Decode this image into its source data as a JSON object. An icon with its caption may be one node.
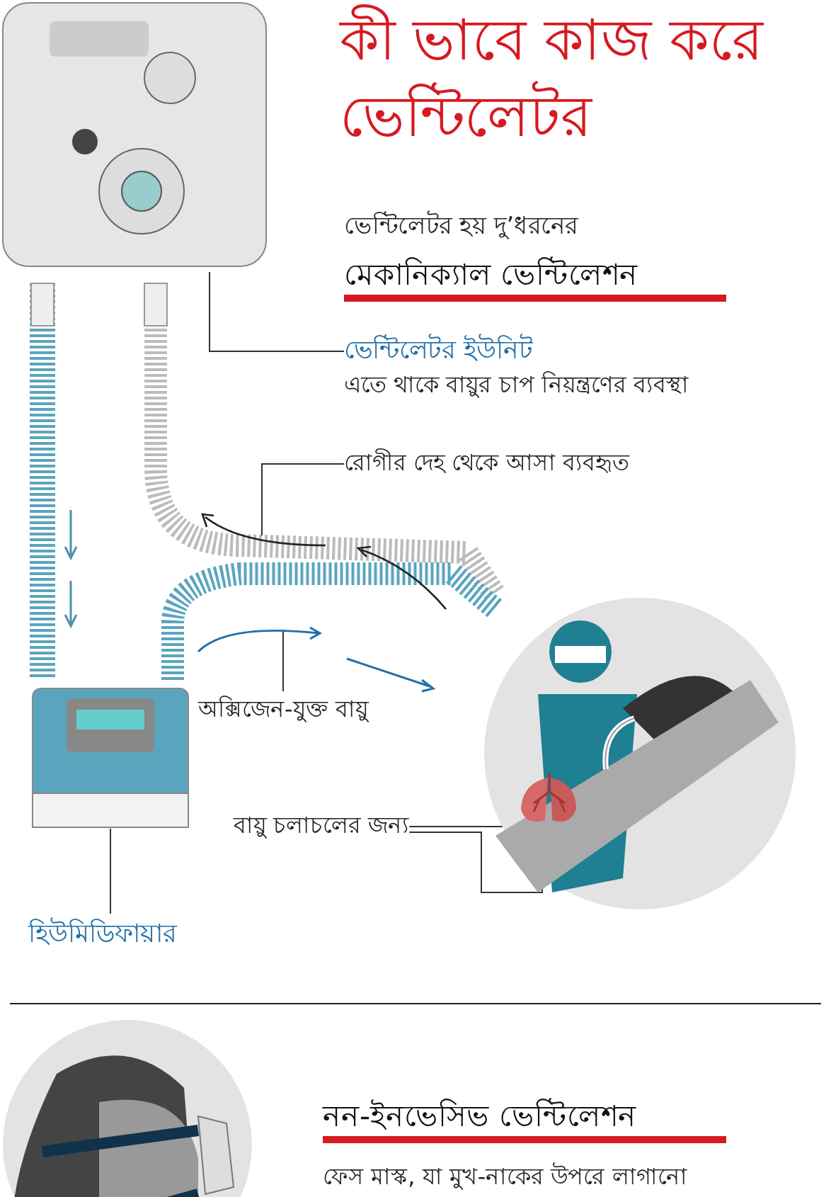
{
  "diagram": {
    "title": "কী ভাবে কাজ করে ভেন্টিলেটর",
    "nodes": [
      {
        "text": [],
        "shape": "picture"
      },
      {
        "text": [],
        "shape": "picture"
      },
      {
        "text": [],
        "shape": "picture"
      },
      {
        "text": [
          "ভেন্টিলেটর ইউনিট",
          "এতে থাকে বায়ুর চাপ নিয়ন্ত্রণের ব্যবস্থা"
        ]
      },
      {
        "text": [
          "রোগীর দেহ থেকে আসা ব্যবহৃত"
        ]
      },
      {
        "text": [
          "অক্সিজেন-যুক্ত বায়ু"
        ]
      },
      {
        "text": [
          "বায়ু চলাচলের জন্য"
        ]
      },
      {
        "text": [],
        "shape": "picture",
        "in": 2
      },
      {
        "text": [],
        "shape": "picture",
        "in": 2
      },
      {
        "text": [
          "হিউমিডিফায়ার"
        ]
      }
    ],
    "edges": [
      {
        "from": 3,
        "to": 0,
        "arrow": "none"
      },
      {
        "from": 4,
        "to": null,
        "arrow": "none"
      },
      {
        "from": 5,
        "to": null,
        "arrow": "none"
      },
      {
        "from": 6,
        "to": 8,
        "arrow": "none"
      },
      {
        "from": 6,
        "to": 7,
        "arrow": "none"
      },
      {
        "from": 9,
        "to": 1,
        "arrow": "none"
      }
    ],
    "labels": [
      "ভেন্টিলেটর হয় দু’ধরনের",
      "মেকানিক্যাল ভেন্টিলেশন",
      "নন-ইনভেসিভ ভেন্টিলেশন",
      "ফেস মাস্ক, যা মুখ-নাকের উপরে লাগানো"
    ]
  }
}
